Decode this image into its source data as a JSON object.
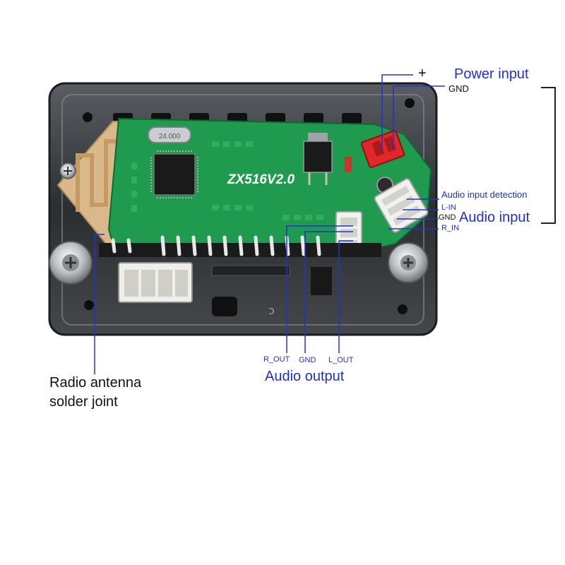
{
  "board": {
    "model": "ZX516V2.0",
    "crystal_marking": "24.000"
  },
  "labels": {
    "plus": "+",
    "power_input": "Power input",
    "gnd_power": "GND",
    "audio_input_detection": "Audio input detection",
    "l_in": "L-IN",
    "gnd_audio_in": "GND",
    "audio_input": "Audio input",
    "r_in": "R_IN",
    "r_out": "R_OUT",
    "gnd_out": "GND",
    "l_out": "L_OUT",
    "audio_output": "Audio output",
    "antenna_line1": "Radio antenna",
    "antenna_line2": "solder joint"
  },
  "colors": {
    "annotation_text": "#1f2fd6",
    "annotation_line": "#2233cc",
    "pcb": "#1f9a4e",
    "panel": "#2a2d30",
    "connector_red": "#e02828",
    "connector_white": "#f1f1ee",
    "antenna_gold": "#d9b98a"
  }
}
